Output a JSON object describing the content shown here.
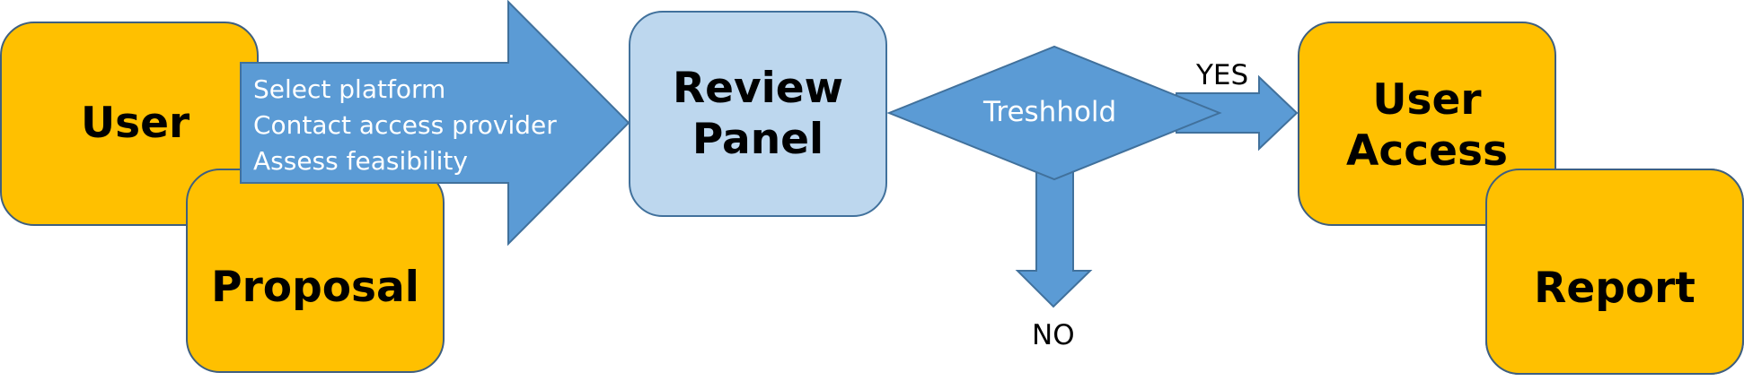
{
  "nodes": {
    "user": "User",
    "proposal": "Proposal",
    "review_panel": [
      "Review",
      "Panel"
    ],
    "user_access": [
      "User",
      "Access"
    ],
    "report": "Report"
  },
  "steps_arrow": {
    "items": [
      "Select platform",
      "Contact access provider",
      "Assess feasibility"
    ]
  },
  "decision": {
    "label": "Treshhold",
    "yes_label": "YES",
    "no_label": "NO"
  },
  "colors": {
    "node_fill": "#ffc000",
    "review_fill": "#bdd7ee",
    "arrow_fill": "#5b9bd5",
    "outline": "#41719c"
  }
}
